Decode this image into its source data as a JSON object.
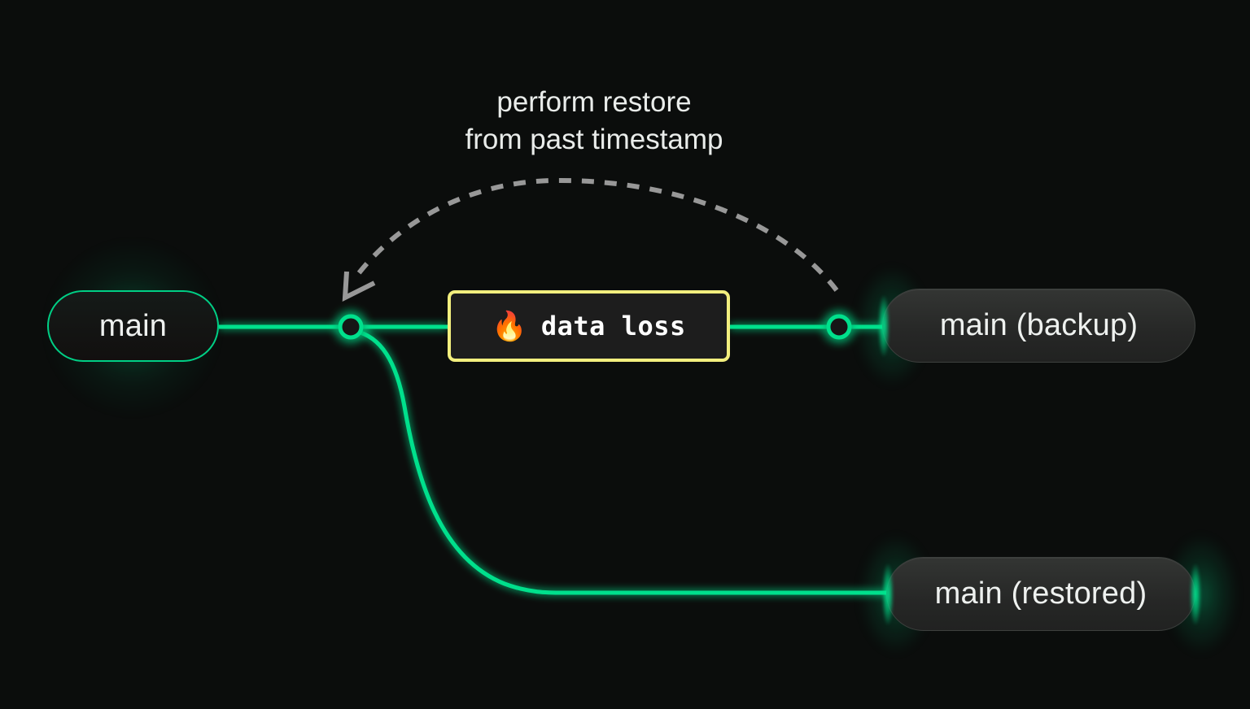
{
  "diagram": {
    "title": "database restore from backup after data loss",
    "background_color": "#0b0d0c",
    "accent_green": "#00e08c",
    "warning_yellow": "#f3ef7e",
    "annotation_gray": "#9b9b9b"
  },
  "annotation": {
    "line1": "perform restore",
    "line2": "from past timestamp"
  },
  "nodes": {
    "main": {
      "label": "main",
      "style": "green-outline-pill"
    },
    "data_loss": {
      "label": "data loss",
      "icon": "fire-emoji",
      "icon_glyph": "🔥",
      "style": "yellow-bordered-box"
    },
    "backup": {
      "label": "main (backup)",
      "style": "gray-pill"
    },
    "restored": {
      "label": "main (restored)",
      "style": "gray-pill"
    }
  },
  "junctions": {
    "branch_point": {
      "name": "branch-junction-node"
    },
    "backup_point": {
      "name": "backup-junction-node"
    }
  },
  "edges": {
    "main_to_dataloss": {
      "name": "main-to-data-loss-edge",
      "style": "solid-green"
    },
    "dataloss_to_backup": {
      "name": "data-loss-to-backup-edge",
      "style": "solid-green"
    },
    "branch_to_restored": {
      "name": "branch-to-restored-edge",
      "style": "solid-green-curve"
    },
    "restore_arrow": {
      "name": "restore-dashed-arrow",
      "style": "dashed-curve-with-arrowhead"
    }
  }
}
